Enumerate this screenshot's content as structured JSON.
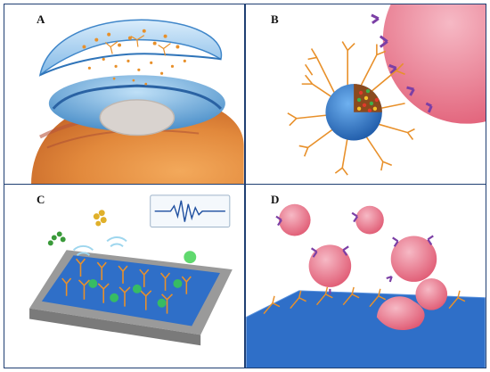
{
  "panels": [
    {
      "id": "A",
      "label": "A",
      "illustration": "contact-lens-eye-dendrimer"
    },
    {
      "id": "B",
      "label": "B",
      "illustration": "dendrimer-nanoparticle-cell-targeting"
    },
    {
      "id": "C",
      "label": "C",
      "illustration": "dendrimer-biosensor-signal"
    },
    {
      "id": "D",
      "label": "D",
      "illustration": "dendrimer-surface-cell-capture"
    }
  ],
  "colors": {
    "border": "#1f3f73",
    "dendrimer": "#e8902a",
    "lens": "#7fb6e6",
    "cell": "#e9556f",
    "receptor": "#7b3fa5",
    "substrate": "#2f6fc8",
    "glow": "#39d04a"
  }
}
